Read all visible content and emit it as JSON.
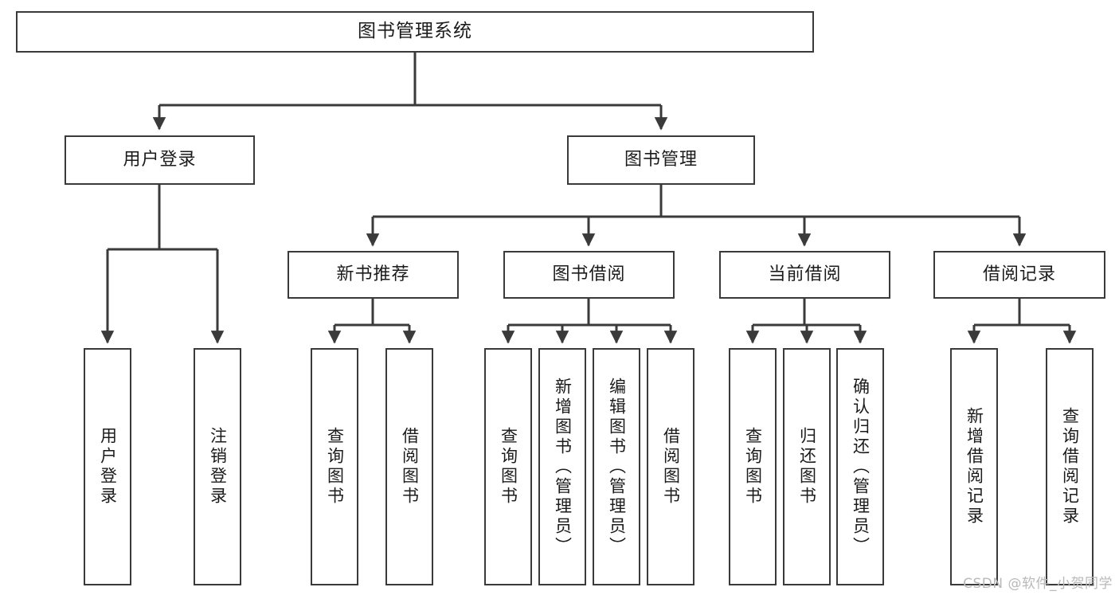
{
  "diagram": {
    "title": "图书管理系统",
    "type": "tree",
    "watermark": "CSDN @软件_小贺同学",
    "colors": {
      "box_border": "#3a3a3a",
      "box_fill": "#ffffff",
      "edge": "#3a3a3a",
      "text": "#1b1b1b",
      "watermark": "#b9b9b9",
      "background": "#ffffff"
    },
    "levels": [
      {
        "level": 1,
        "nodes": [
          {
            "id": "root",
            "label": "图书管理系统",
            "orientation": "horizontal"
          }
        ]
      },
      {
        "level": 2,
        "nodes": [
          {
            "id": "login",
            "label": "用户登录",
            "orientation": "horizontal",
            "parent": "root"
          },
          {
            "id": "bookmgmt",
            "label": "图书管理",
            "orientation": "horizontal",
            "parent": "root"
          }
        ]
      },
      {
        "level": 3,
        "nodes": [
          {
            "id": "newbook",
            "label": "新书推荐",
            "orientation": "horizontal",
            "parent": "bookmgmt"
          },
          {
            "id": "borrow",
            "label": "图书借阅",
            "orientation": "horizontal",
            "parent": "bookmgmt"
          },
          {
            "id": "current",
            "label": "当前借阅",
            "orientation": "horizontal",
            "parent": "bookmgmt"
          },
          {
            "id": "records",
            "label": "借阅记录",
            "orientation": "horizontal",
            "parent": "bookmgmt"
          }
        ]
      },
      {
        "level": 4,
        "nodes": [
          {
            "id": "leaf1",
            "label": "用户登录",
            "orientation": "vertical",
            "parent": "login"
          },
          {
            "id": "leaf2",
            "label": "注销登录",
            "orientation": "vertical",
            "parent": "login"
          },
          {
            "id": "leaf3",
            "label": "查询图书",
            "orientation": "vertical",
            "parent": "newbook"
          },
          {
            "id": "leaf4",
            "label": "借阅图书",
            "orientation": "vertical",
            "parent": "newbook"
          },
          {
            "id": "leaf5",
            "label": "查询图书",
            "orientation": "vertical",
            "parent": "borrow"
          },
          {
            "id": "leaf6",
            "label": "新增图书（管理员）",
            "orientation": "vertical",
            "parent": "borrow"
          },
          {
            "id": "leaf7",
            "label": "编辑图书（管理员）",
            "orientation": "vertical",
            "parent": "borrow"
          },
          {
            "id": "leaf8",
            "label": "借阅图书",
            "orientation": "vertical",
            "parent": "borrow"
          },
          {
            "id": "leaf9",
            "label": "查询图书",
            "orientation": "vertical",
            "parent": "current"
          },
          {
            "id": "leaf10",
            "label": "归还图书",
            "orientation": "vertical",
            "parent": "current"
          },
          {
            "id": "leaf11",
            "label": "确认归还（管理员）",
            "orientation": "vertical",
            "parent": "current"
          },
          {
            "id": "leaf12",
            "label": "新增借阅记录",
            "orientation": "vertical",
            "parent": "records"
          },
          {
            "id": "leaf13",
            "label": "查询借阅记录",
            "orientation": "vertical",
            "parent": "records"
          }
        ]
      }
    ]
  }
}
